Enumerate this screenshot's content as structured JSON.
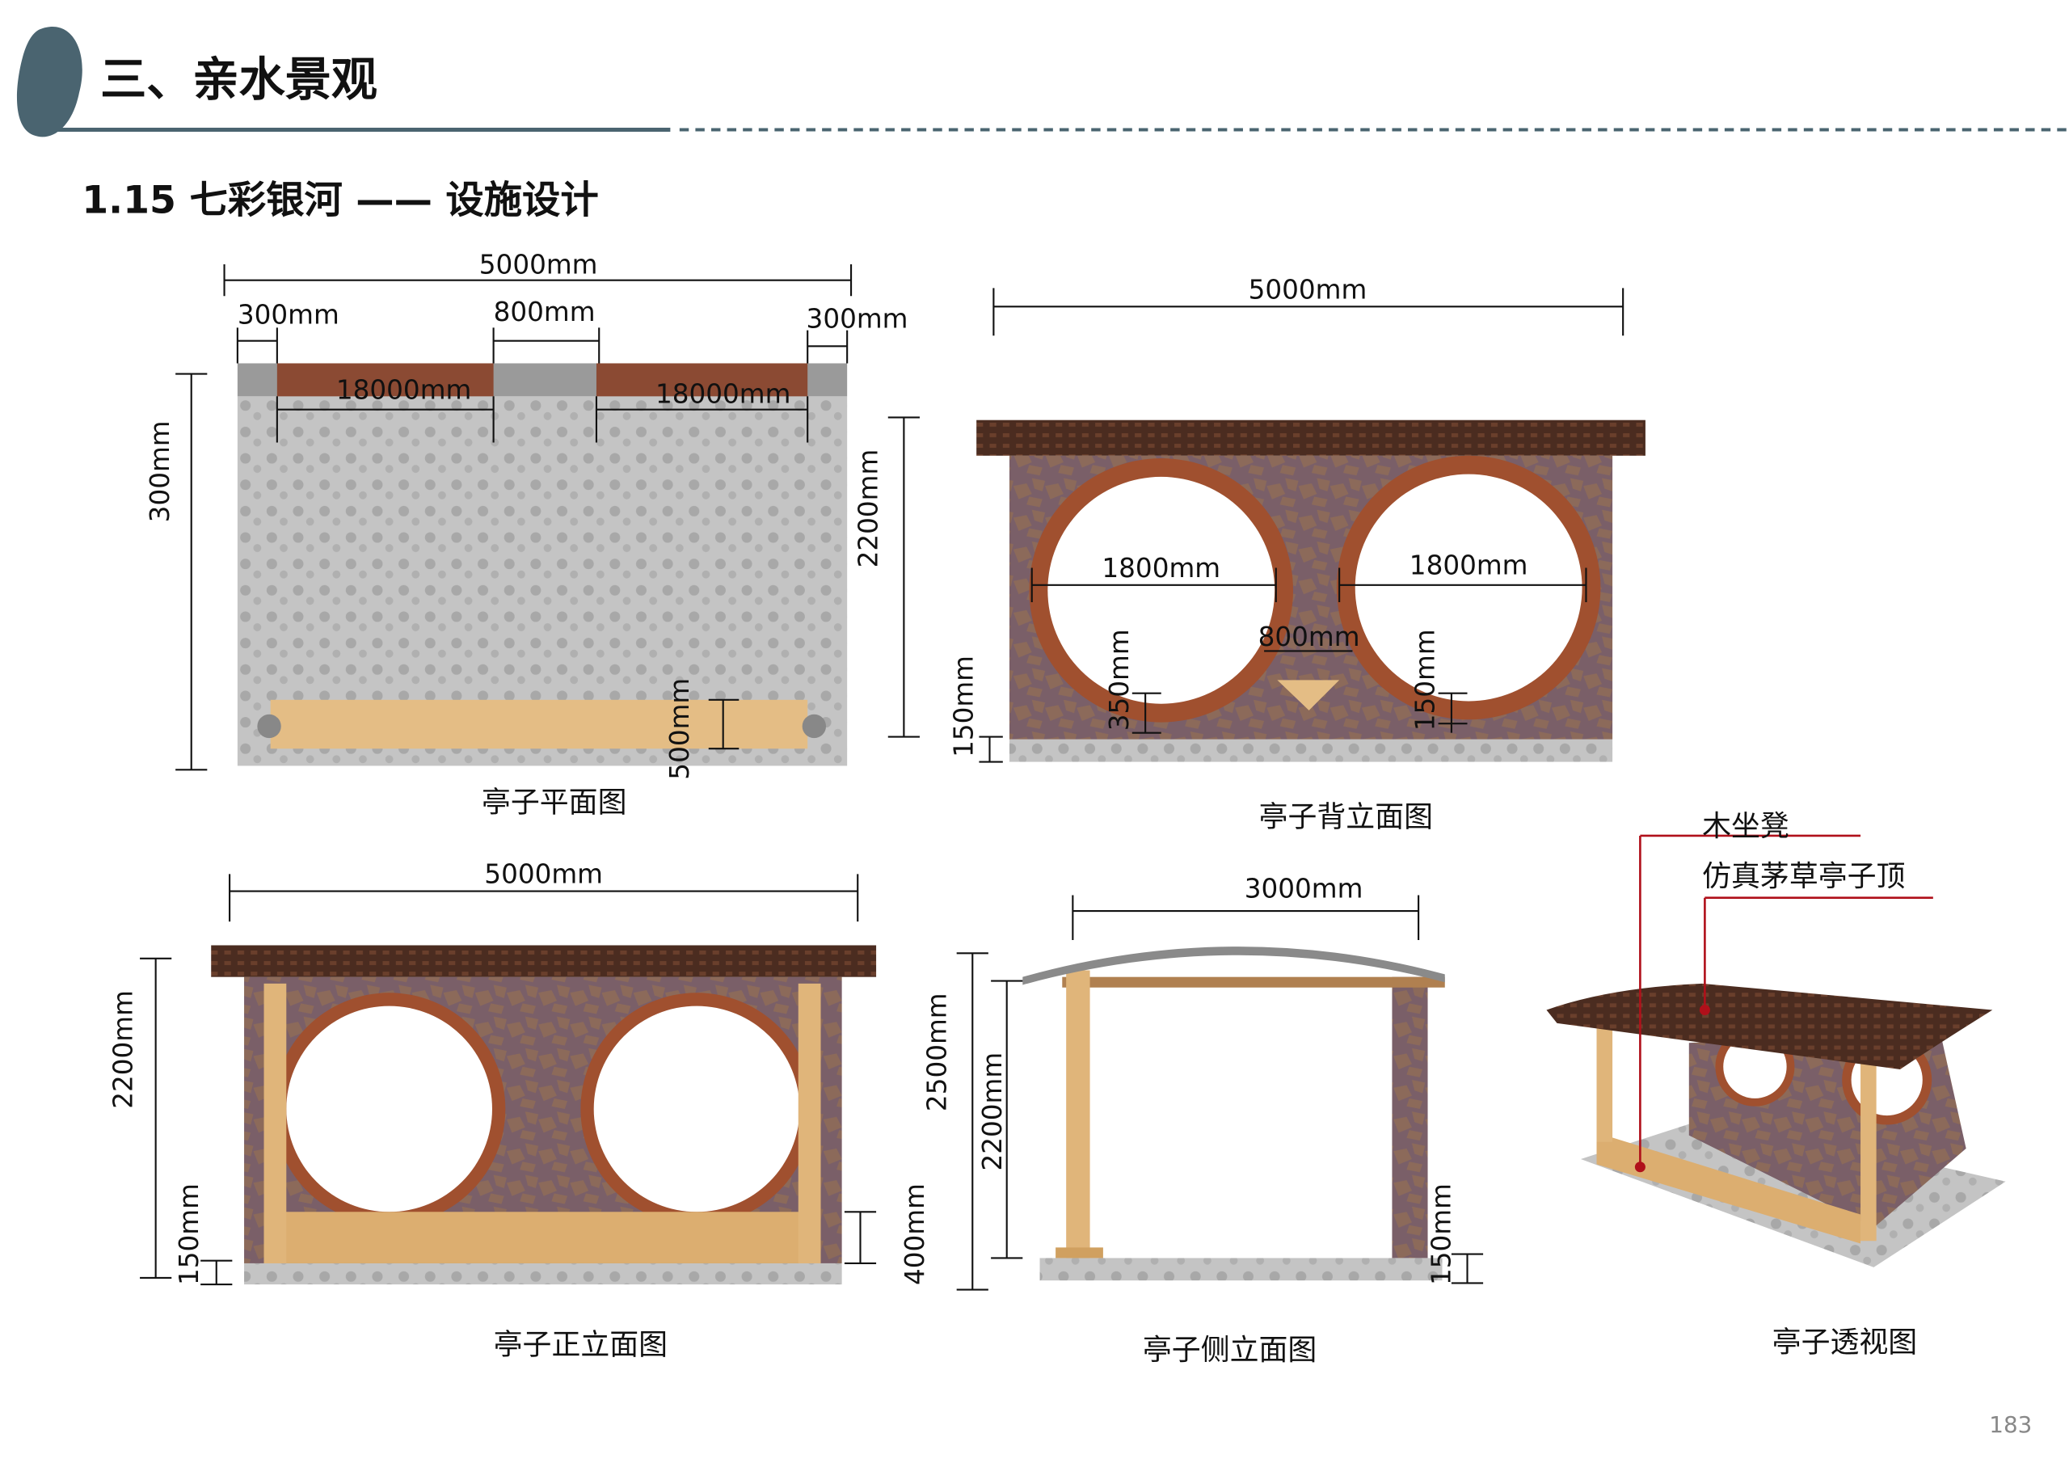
{
  "header": {
    "title": "三、亲水景观",
    "accent_color": "#4a6470"
  },
  "subtitle": "1.15 七彩银河 —— 设施设计",
  "plan": {
    "caption": "亭子平面图",
    "dims": {
      "total": "5000mm",
      "left_end": "300mm",
      "middle": "800mm",
      "right_end": "300mm",
      "span_left": "18000mm",
      "span_right": "18000mm",
      "depth": "300mm",
      "height": "2200mm",
      "bench": "500mm"
    }
  },
  "back_elevation": {
    "caption": "亭子背立面图",
    "dims": {
      "total": "5000mm",
      "circle_left": "1800mm",
      "circle_right": "1800mm",
      "gap": "800mm",
      "sill_left": "350mm",
      "sill_right": "150mm",
      "base": "150mm"
    }
  },
  "front_elevation": {
    "caption": "亭子正立面图",
    "dims": {
      "total": "5000mm",
      "height": "2200mm",
      "base": "150mm",
      "bench": "400mm"
    }
  },
  "side_elevation": {
    "caption": "亭子侧立面图",
    "dims": {
      "total": "3000mm",
      "overall_height": "2500mm",
      "height": "2200mm",
      "base": "150mm"
    }
  },
  "perspective": {
    "caption": "亭子透视图",
    "labels": {
      "bench": "木坐凳",
      "roof": "仿真茅草亭子顶"
    },
    "leader_color": "#b0101a"
  },
  "page_number": "183"
}
